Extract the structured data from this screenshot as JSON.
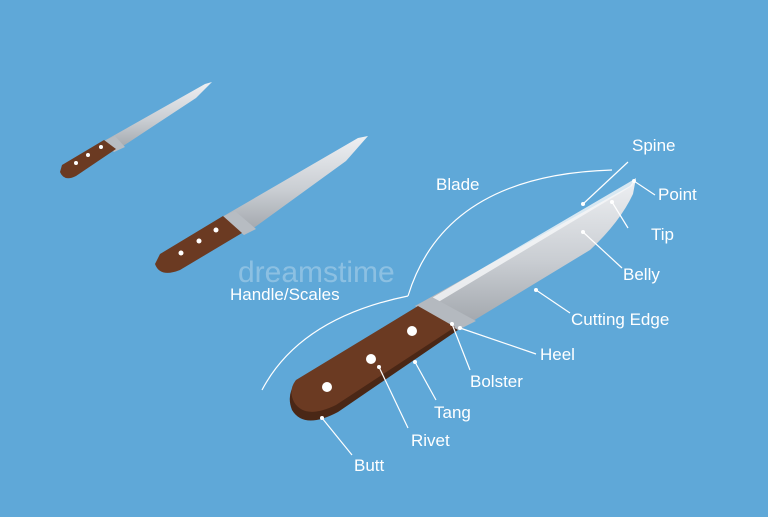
{
  "colors": {
    "background": "#5fa8d8",
    "blade_light": "#e3e6ea",
    "blade_dark": "#a9aeb4",
    "handle": "#6b3a22",
    "handle_dark": "#4a2716",
    "label": "#ffffff"
  },
  "labels": {
    "blade": "Blade",
    "handle_scales": "Handle/Scales",
    "spine": "Spine",
    "point": "Point",
    "tip": "Tip",
    "belly": "Belly",
    "cutting_edge": "Cutting Edge",
    "heel": "Heel",
    "bolster": "Bolster",
    "tang": "Tang",
    "rivet": "Rivet",
    "butt": "Butt"
  },
  "watermark": "dreamstime"
}
